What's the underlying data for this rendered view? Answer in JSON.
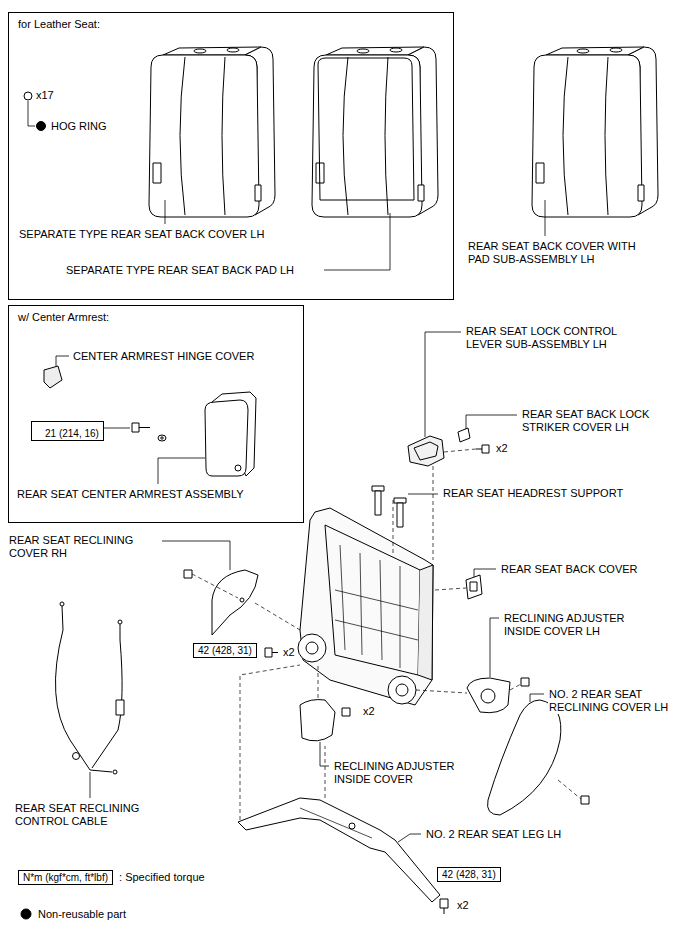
{
  "diagram": {
    "nodes": [
      {
        "text": [
          "for Leather Seat:"
        ]
      },
      {
        "text": [
          "w/ Center Armrest:"
        ]
      },
      {
        "text": [
          "21 (214, 16)"
        ],
        "in": 1
      },
      {
        "text": [
          "42 (428, 31)"
        ]
      },
      {
        "text": [
          "42 (428, 31)"
        ]
      },
      {
        "text": [
          "N*m (kgf*cm, ft*lbf)"
        ]
      }
    ],
    "labels": [
      "x17",
      "HOG RING",
      "SEPARATE TYPE REAR SEAT BACK COVER LH",
      "SEPARATE TYPE REAR SEAT BACK PAD LH",
      "REAR SEAT BACK COVER WITH PAD SUB-ASSEMBLY LH",
      "CENTER ARMREST HINGE COVER",
      "REAR SEAT CENTER ARMREST ASSEMBLY",
      "REAR SEAT LOCK CONTROL LEVER SUB-ASSEMBLY LH",
      "REAR SEAT BACK LOCK STRIKER COVER LH",
      "x2",
      "REAR SEAT HEADREST SUPPORT",
      "REAR SEAT RECLINING COVER RH",
      "REAR SEAT BACK COVER",
      "RECLINING ADJUSTER INSIDE COVER LH",
      "x2",
      "x2",
      "NO. 2 REAR SEAT RECLINING COVER LH",
      "RECLINING ADJUSTER INSIDE COVER",
      "REAR SEAT RECLINING CONTROL CABLE",
      "NO. 2 REAR SEAT LEG LH",
      "x2"
    ],
    "legend": [
      {
        "text": ": Specified torque"
      },
      {
        "text": "Non-reusable part"
      }
    ]
  }
}
